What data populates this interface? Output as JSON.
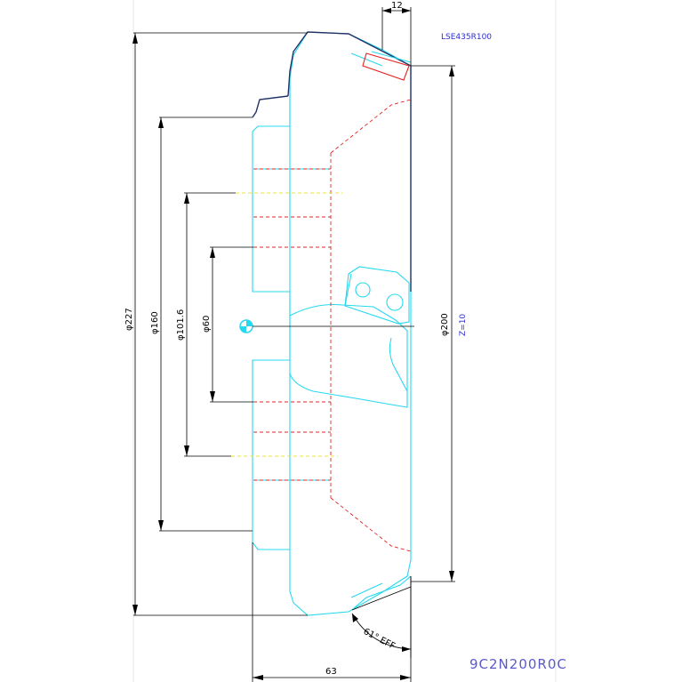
{
  "dimensions": {
    "width_top": "12",
    "dia_227": "φ227",
    "dia_160": "φ160",
    "dia_1016": "φ101.6",
    "dia_60": "φ60",
    "dia_200": "φ200",
    "width_bottom": "63",
    "angle": "61° EFF"
  },
  "insert_code": "LSE435R100",
  "teeth": "Z=10",
  "part_code": "9C2N200R0C",
  "colors": {
    "body_outline": "#27d8ee",
    "hidden_lines": "#e42323",
    "center_lines": "#e9e63a",
    "dimension_lines": "#000000",
    "annotation_text": "#2d2dd0"
  }
}
